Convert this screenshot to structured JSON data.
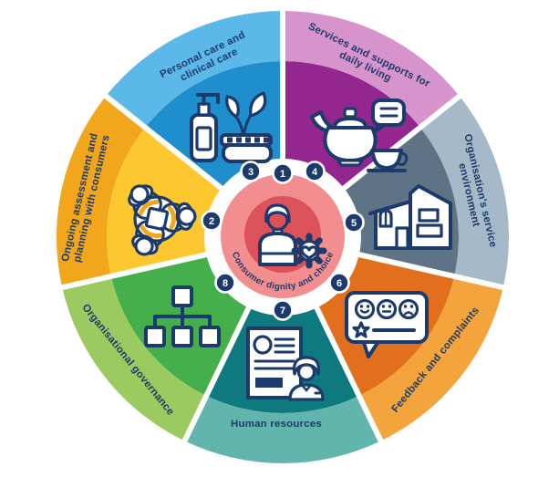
{
  "diagram": {
    "type": "standards-wheel",
    "center": {
      "number": "1",
      "label": "Consumer dignity and choice",
      "icon": "person-with-gear-heart-icon"
    },
    "segments": [
      {
        "number": "2",
        "lines": [
          "Ongoing assessment and",
          "planning with consumers"
        ],
        "icon": "meeting-around-table-icon",
        "wedge_color": "#fdc72f",
        "band_color": "#f1a61c"
      },
      {
        "number": "3",
        "lines": [
          "Personal care and",
          "clinical care"
        ],
        "icon": "toiletries-and-plant-icon",
        "wedge_color": "#1e8ecd",
        "band_color": "#5cb8e8"
      },
      {
        "number": "4",
        "lines": [
          "Services and supports for",
          "daily living"
        ],
        "icon": "teapot-and-cup-icon",
        "wedge_color": "#93278f",
        "band_color": "#d793cb"
      },
      {
        "number": "5",
        "lines": [
          "Organisation's service",
          "environment"
        ],
        "icon": "house-icon",
        "wedge_color": "#5e7486",
        "band_color": "#a6b9c8"
      },
      {
        "number": "6",
        "lines": [
          "Feedback and complaints"
        ],
        "icon": "feedback-speech-bubble-icon",
        "wedge_color": "#e26f1e",
        "band_color": "#f3a43c"
      },
      {
        "number": "7",
        "lines": [
          "Human resources"
        ],
        "icon": "resume-and-person-icon",
        "wedge_color": "#0e7a80",
        "band_color": "#62b5ac"
      },
      {
        "number": "8",
        "lines": [
          "Organisational governance"
        ],
        "icon": "org-chart-icon",
        "wedge_color": "#45b04b",
        "band_color": "#9aca60"
      }
    ]
  },
  "theme": {
    "navy": "#1c3a6b",
    "gold": "#f0a81e",
    "center_ring": "#f28e90",
    "center_core": "#dc525a",
    "badge_text": "#ffffff",
    "background": "#ffffff"
  }
}
